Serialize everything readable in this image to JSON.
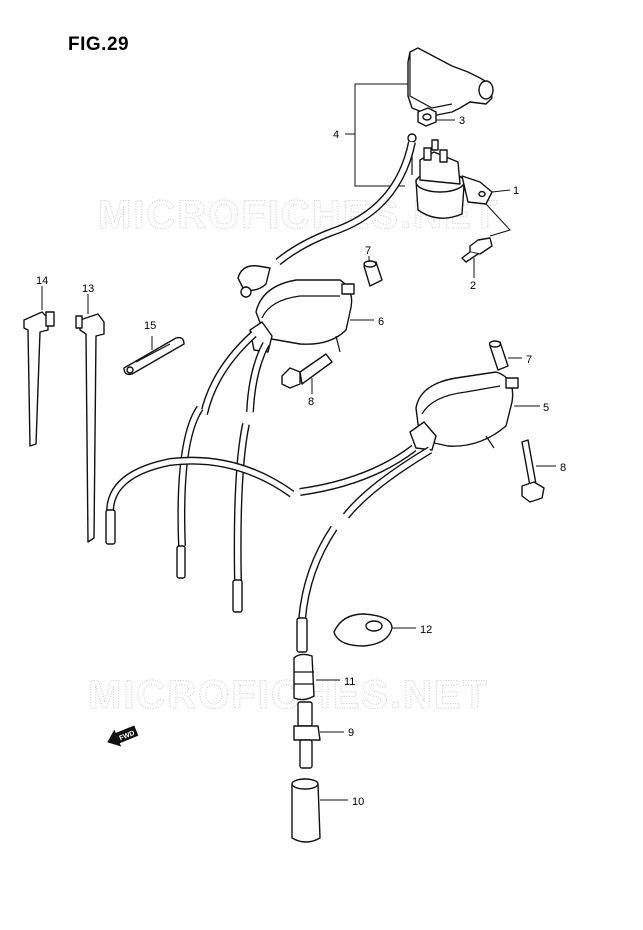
{
  "figure": {
    "title": "FIG.29"
  },
  "watermarks": [
    "MICROFICHES.NET",
    "MICROFICHES.NET"
  ],
  "callouts": [
    {
      "id": "c1",
      "label": "1"
    },
    {
      "id": "c2",
      "label": "2"
    },
    {
      "id": "c3",
      "label": "3"
    },
    {
      "id": "c4",
      "label": "4"
    },
    {
      "id": "c5",
      "label": "5"
    },
    {
      "id": "c6",
      "label": "6"
    },
    {
      "id": "c7a",
      "label": "7"
    },
    {
      "id": "c7b",
      "label": "7"
    },
    {
      "id": "c8a",
      "label": "8"
    },
    {
      "id": "c8b",
      "label": "8"
    },
    {
      "id": "c9",
      "label": "9"
    },
    {
      "id": "c10",
      "label": "10"
    },
    {
      "id": "c11",
      "label": "11"
    },
    {
      "id": "c12",
      "label": "12"
    },
    {
      "id": "c13",
      "label": "13"
    },
    {
      "id": "c14",
      "label": "14"
    },
    {
      "id": "c15",
      "label": "15"
    }
  ],
  "direction_marker": {
    "label": "FWD",
    "icon": "forward-arrow-icon"
  },
  "colors": {
    "ink": "#111111",
    "watermark": "#d4d4d4",
    "background": "#ffffff"
  }
}
